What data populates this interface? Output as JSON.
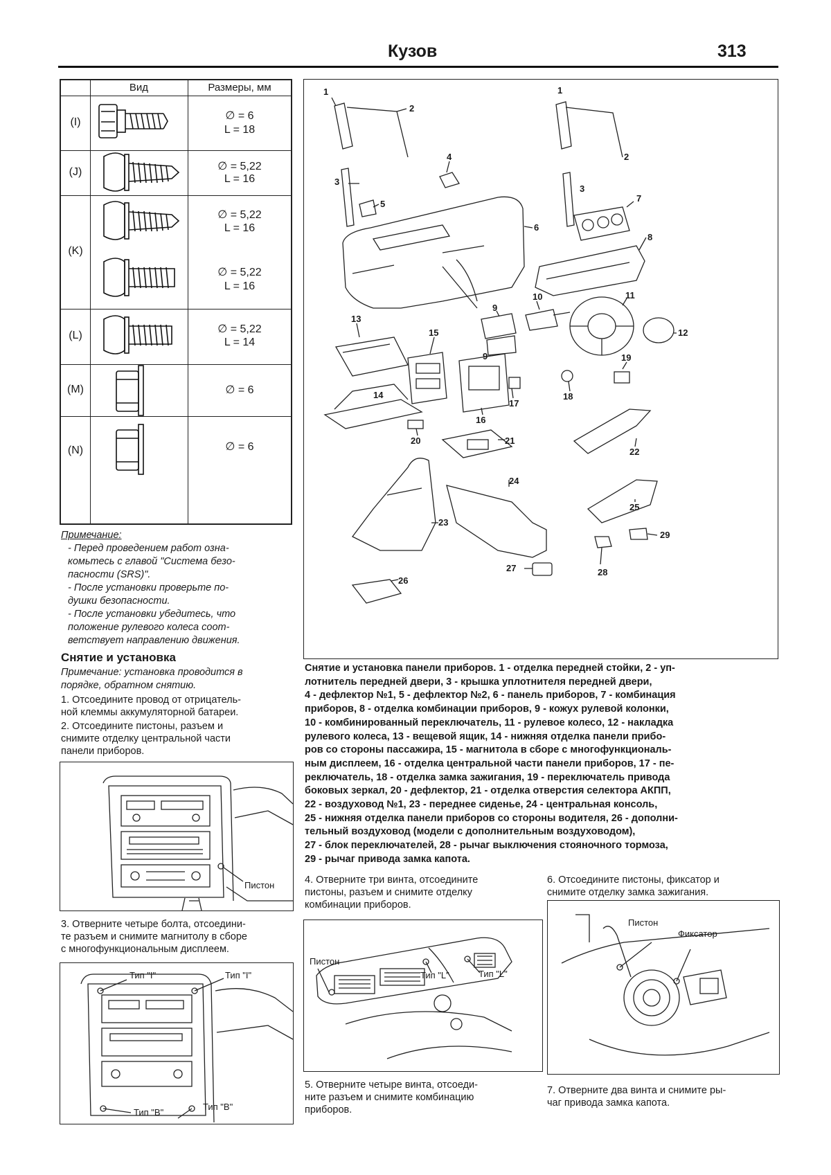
{
  "header": {
    "title": "Кузов",
    "page_number": "313"
  },
  "fastener_table": {
    "col_view": "Вид",
    "col_size": "Размеры, мм",
    "rows": [
      {
        "code": "(I)",
        "dims": [
          "∅ = 6",
          "L = 18"
        ]
      },
      {
        "code": "(J)",
        "dims": [
          "∅ = 5,22",
          "L = 16"
        ]
      },
      {
        "code": "(K)",
        "dims": [
          "∅ = 5,22",
          "L = 16"
        ],
        "dims2": [
          "∅ = 5,22",
          "L = 16"
        ]
      },
      {
        "code": "(L)",
        "dims": [
          "∅ = 5,22",
          "L = 14"
        ]
      },
      {
        "code": "(M)",
        "dims": [
          "∅ = 6"
        ]
      },
      {
        "code": "(N)",
        "dims": [
          "∅ = 6"
        ]
      }
    ]
  },
  "note_block": {
    "title": "Примечание:",
    "lines": [
      "- Перед проведением работ озна-",
      "комьтесь с главой \"Система безо-",
      "пасности (SRS)\".",
      "- После установки проверьте по-",
      "душки безопасности.",
      "- После установки убедитесь, что",
      "положение рулевого колеса соот-",
      "ветствует направлению движения."
    ]
  },
  "section": {
    "heading": "Снятие и установка",
    "note_lines": [
      "Примечание: установка проводится в",
      "порядке, обратном снятию."
    ],
    "step1": [
      "1. Отсоедините провод от отрицатель-",
      "ной клеммы аккумуляторной батареи."
    ],
    "step2": [
      "2. Отсоедините пистоны, разъем и",
      "снимите отделку центральной части",
      "панели приборов."
    ]
  },
  "fig_a": {
    "label_piston": "Пистон"
  },
  "step3": [
    "3. Отверните четыре болта, отсоедини-",
    "те разъем и снимите магнитолу в сборе",
    "с многофункциональным дисплеем."
  ],
  "fig_b": {
    "type_i_1": "Тип \"I\"",
    "type_i_2": "Тип \"I\"",
    "type_b_1": "Тип \"B\"",
    "type_b_2": "Тип \"B\""
  },
  "main_figure": {
    "callouts": [
      "1",
      "2",
      "3",
      "4",
      "5",
      "6",
      "7",
      "8",
      "9",
      "10",
      "11",
      "12",
      "13",
      "14",
      "15",
      "16",
      "17",
      "18",
      "19",
      "20",
      "21",
      "22",
      "23",
      "24",
      "25",
      "26",
      "27",
      "28",
      "29",
      "9",
      "1",
      "2",
      "3"
    ],
    "caption_lines": [
      "Снятие и установка панели приборов. 1 - отделка передней стойки, 2 - уп-",
      "лотнитель передней двери, 3 - крышка уплотнителя передней двери,",
      "4 - дефлектор №1, 5 - дефлектор №2, 6 - панель приборов, 7 - комбинация",
      "приборов, 8 - отделка комбинации приборов, 9 - кожух рулевой колонки,",
      "10 - комбинированный переключатель, 11 - рулевое колесо, 12 - накладка",
      "рулевого колеса, 13 - вещевой ящик, 14 - нижняя отделка панели прибо-",
      "ров со стороны пассажира, 15 - магнитола в сборе с многофункциональ-",
      "ным дисплеем, 16 - отделка центральной части панели приборов, 17 - пе-",
      "реключатель, 18 - отделка замка зажигания, 19 - переключатель привода",
      "боковых зеркал, 20 - дефлектор, 21 - отделка отверстия селектора АКПП,",
      "22 - воздуховод №1, 23 - переднее сиденье, 24 - центральная консоль,",
      "25 - нижняя отделка панели приборов со стороны водителя, 26 - дополни-",
      "тельный воздуховод (модели с дополнительным воздуховодом),",
      "27 - блок переключателей, 28 - рычаг выключения стояночного тормоза,",
      "29 - рычаг привода замка капота."
    ]
  },
  "step4": [
    "4. Отверните три винта, отсоедините",
    "пистоны, разъем и снимите отделку",
    "комбинации приборов."
  ],
  "step6": [
    "6. Отсоедините пистоны, фиксатор и",
    "снимите отделку замка зажигания."
  ],
  "fig_c": {
    "piston": "Пистон",
    "type_l_1": "Тип \"L\"",
    "type_l_2": "Тип \"L\""
  },
  "fig_d": {
    "piston": "Пистон",
    "fixator": "Фиксатор"
  },
  "step5": [
    "5. Отверните четыре винта, отсоеди-",
    "ните разъем и снимите комбинацию",
    "приборов."
  ],
  "step7": [
    "7. Отверните два винта и снимите ры-",
    "чаг привода замка капота."
  ]
}
